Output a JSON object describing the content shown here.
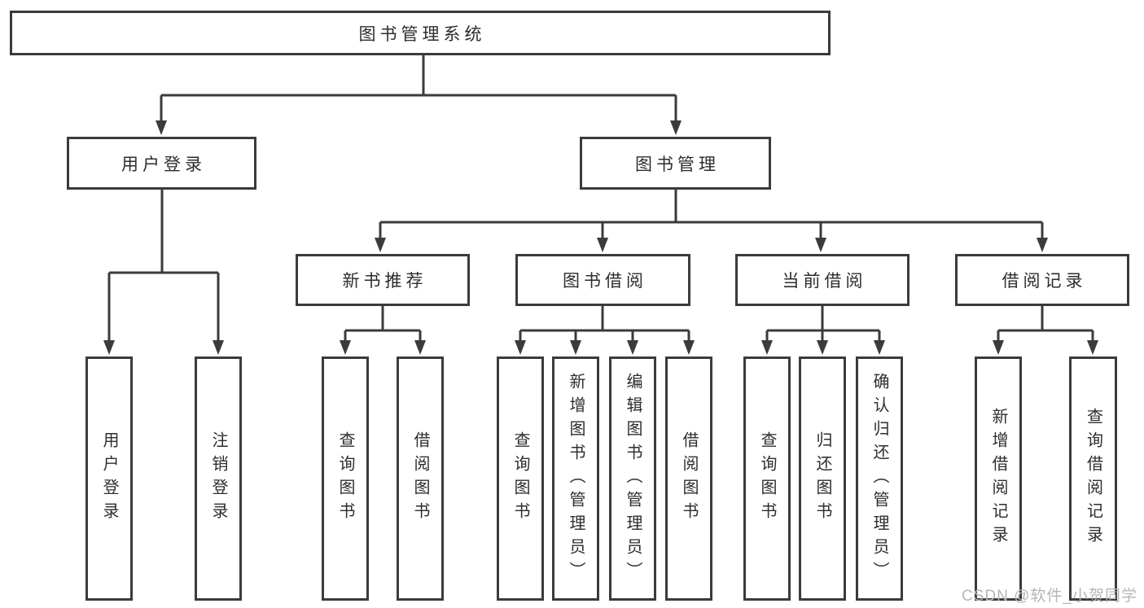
{
  "diagram": {
    "type": "functional-structure-tree",
    "colors": {
      "line": "#3b3b3b",
      "box_border": "#3b3b3b",
      "text": "#2d2d2d",
      "watermark": "#b5b5b5",
      "background": "#ffffff"
    },
    "tree": {
      "label": "图书管理系统",
      "children": [
        {
          "label": "用户登录",
          "children": [
            {
              "label": "用户登录"
            },
            {
              "label": "注销登录"
            }
          ]
        },
        {
          "label": "图书管理",
          "children": [
            {
              "label": "新书推荐",
              "children": [
                {
                  "label": "查询图书"
                },
                {
                  "label": "借阅图书"
                }
              ]
            },
            {
              "label": "图书借阅",
              "children": [
                {
                  "label": "查询图书"
                },
                {
                  "label": "新增图书（管理员）"
                },
                {
                  "label": "编辑图书（管理员）"
                },
                {
                  "label": "借阅图书"
                }
              ]
            },
            {
              "label": "当前借阅",
              "children": [
                {
                  "label": "查询图书"
                },
                {
                  "label": "归还图书"
                },
                {
                  "label": "确认归还（管理员）"
                }
              ]
            },
            {
              "label": "借阅记录",
              "children": [
                {
                  "label": "新增借阅记录"
                },
                {
                  "label": "查询借阅记录"
                }
              ]
            }
          ]
        }
      ]
    },
    "watermark": "CSDN @软件_小贺同学"
  }
}
